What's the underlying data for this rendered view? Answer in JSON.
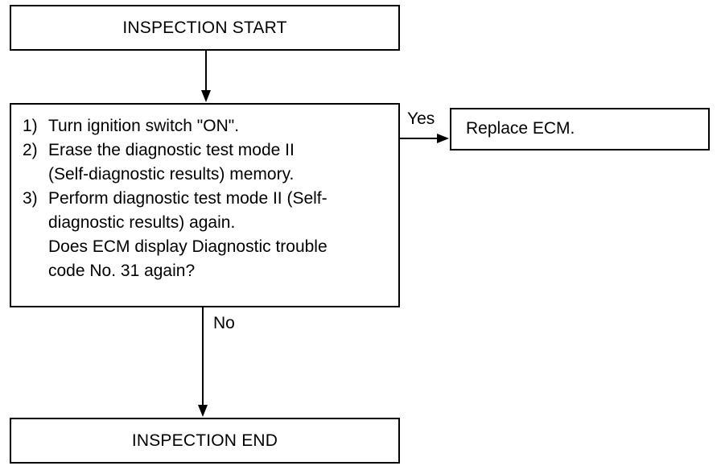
{
  "start": {
    "label": "INSPECTION START"
  },
  "check": {
    "steps": [
      {
        "number": "1)",
        "lines": [
          "Turn ignition switch \"ON\"."
        ]
      },
      {
        "number": "2)",
        "lines": [
          "Erase the diagnostic test mode II",
          "(Self-diagnostic results) memory."
        ]
      },
      {
        "number": "3)",
        "lines": [
          "Perform diagnostic test mode II (Self-",
          "diagnostic results) again."
        ]
      }
    ],
    "question_lines": [
      "Does ECM display Diagnostic trouble",
      "code No. 31 again?"
    ]
  },
  "yes_label": "Yes",
  "no_label": "No",
  "action": {
    "label": "Replace ECM."
  },
  "end": {
    "label": "INSPECTION END"
  }
}
